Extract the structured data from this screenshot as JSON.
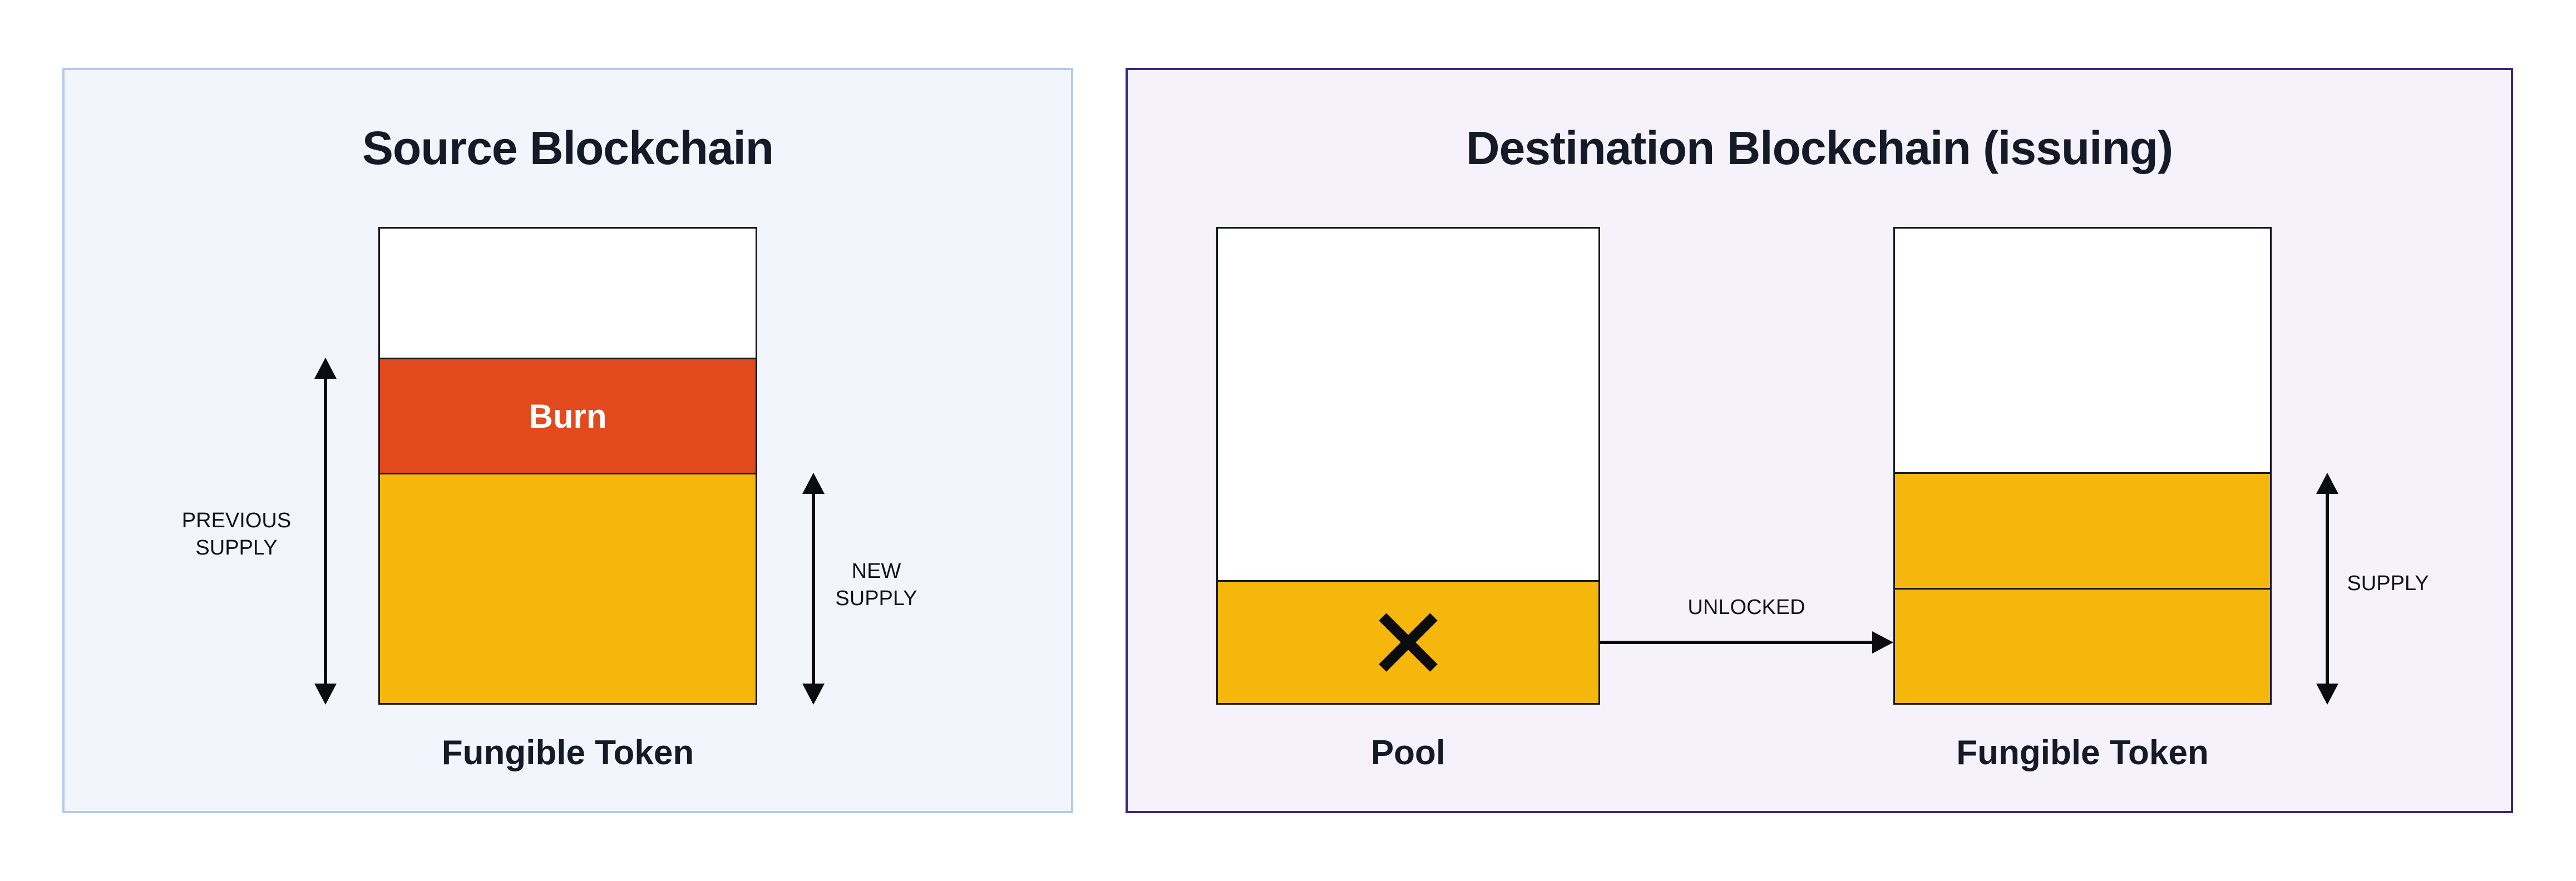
{
  "colors": {
    "page_bg": "#FFFFFF",
    "left_panel_bg": "#F2F6FC",
    "left_panel_border": "#B5C8F0",
    "right_panel_bg": "#F5F2FB",
    "right_panel_border": "#392583",
    "bar_border": "#131722",
    "burn_fill": "#E2491C",
    "burn_text": "#FFFFFF",
    "token_fill": "#F6B70C",
    "title_text": "#151A28",
    "label_text": "#101217",
    "arrow_color": "#0B0C10"
  },
  "left_panel": {
    "title": "Source Blockchain",
    "burn_label": "Burn",
    "previous_supply": [
      "PREVIOUS",
      "SUPPLY"
    ],
    "new_supply": [
      "NEW",
      "SUPPLY"
    ],
    "token_label": "Fungible Token"
  },
  "right_panel": {
    "title": "Destination Blockchain (issuing)",
    "pool_label": "Pool",
    "unlocked_label": "UNLOCKED",
    "supply_label": "SUPPLY",
    "token_label": "Fungible Token"
  }
}
